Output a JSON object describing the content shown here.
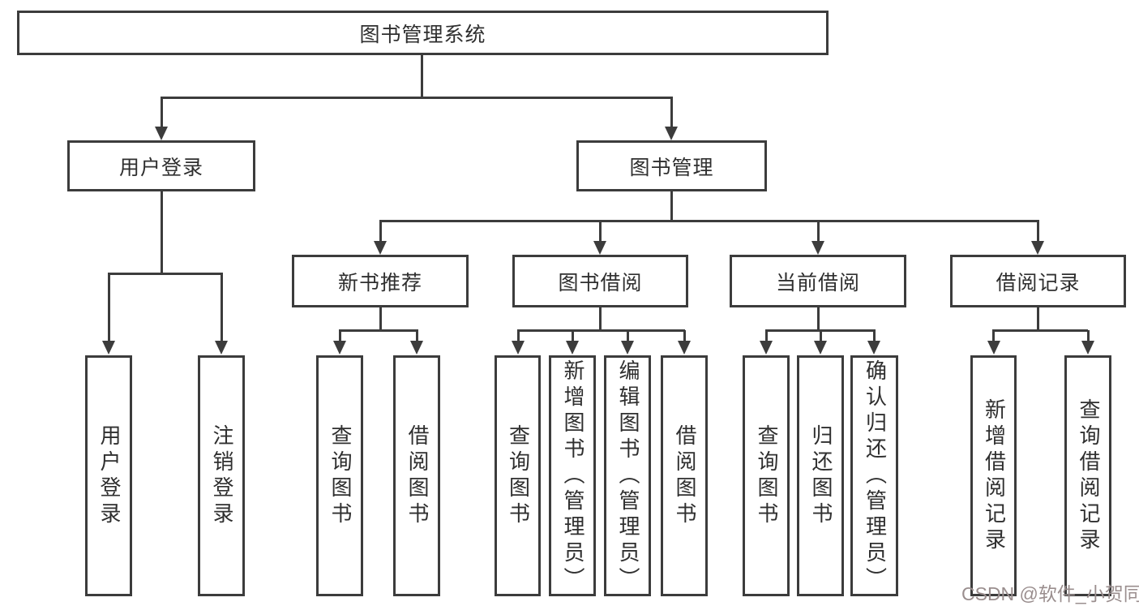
{
  "tree": {
    "label": "图书管理系统",
    "children": [
      {
        "label": "用户登录",
        "children": [
          {
            "label": "用户登录"
          },
          {
            "label": "注销登录"
          }
        ]
      },
      {
        "label": "图书管理",
        "children": [
          {
            "label": "新书推荐",
            "children": [
              {
                "label": "查询图书"
              },
              {
                "label": "借阅图书"
              }
            ]
          },
          {
            "label": "图书借阅",
            "children": [
              {
                "label": "查询图书"
              },
              {
                "label": "新增图书（管理员）"
              },
              {
                "label": "编辑图书（管理员）"
              },
              {
                "label": "借阅图书"
              }
            ]
          },
          {
            "label": "当前借阅",
            "children": [
              {
                "label": "查询图书"
              },
              {
                "label": "归还图书"
              },
              {
                "label": "确认归还（管理员）"
              }
            ]
          },
          {
            "label": "借阅记录",
            "children": [
              {
                "label": "新增借阅记录"
              },
              {
                "label": "查询借阅记录"
              }
            ]
          }
        ]
      }
    ]
  },
  "watermark": {
    "text": "CSDN @软件_小贺同学"
  },
  "colors": {
    "background": "#ffffff",
    "line": "#3c3c3c",
    "box_border": "#3c3c3c",
    "text": "#2f2f2f",
    "watermark": "#9a8e8e"
  }
}
